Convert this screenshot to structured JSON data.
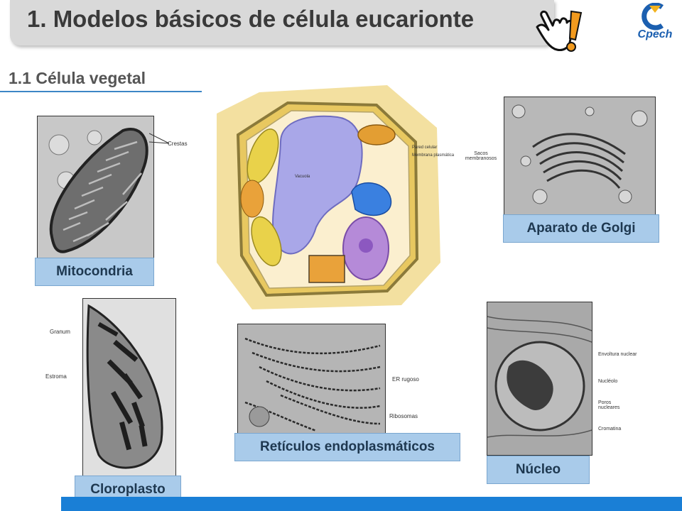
{
  "slide": {
    "title": "1. Modelos básicos de célula eucarionte",
    "subtitle": "1.1 Célula vegetal",
    "logo_text": "Cpech"
  },
  "labels": {
    "mitocondria": "Mitocondria",
    "golgi": "Aparato de Golgi",
    "cloroplasto": "Cloroplasto",
    "reticulos": "Retículos endoplasmáticos",
    "nucleo": "Núcleo"
  },
  "callouts": {
    "crestas": "Crestas",
    "pared_celular": "Pared celular",
    "membrana_plasmatica": "Membrana plasmática",
    "vacuola": "Vacuola",
    "sacos_membranosos": "Sacos membranosos",
    "granum": "Granum",
    "estroma": "Estroma",
    "er_rugoso": "ER rugoso",
    "ribosomas": "Ribosomas",
    "envoltura_nuclear": "Envoltura nuclear",
    "nucleolo": "Nucléolo",
    "poros_nucleares": "Poros nucleares",
    "cromatina": "Cromatina"
  },
  "colors": {
    "title_bar": "#d9d9d9",
    "label_fill": "#a9cbea",
    "bottom_bar": "#1a7fd6",
    "accent_line": "#3d86c6"
  },
  "icons": {
    "hand": "pointing-hand-icon",
    "exclamation": "exclamation-icon",
    "logo": "cpech-logo"
  }
}
